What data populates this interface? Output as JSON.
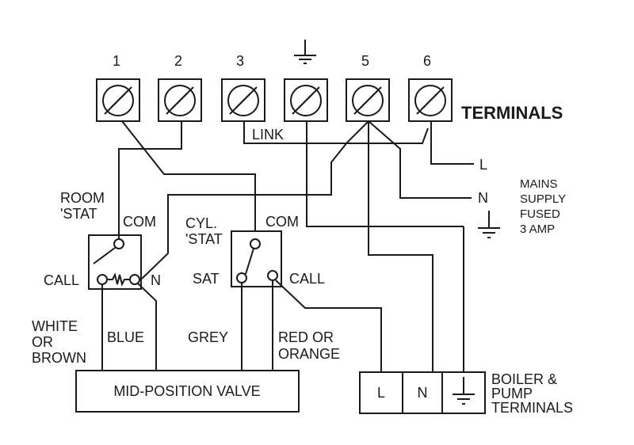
{
  "title": "Y-plan mid-position valve wiring diagram",
  "terminals": {
    "heading": "TERMINALS",
    "labels": [
      "1",
      "2",
      "3",
      "earth",
      "5",
      "6"
    ],
    "link_label": "LINK"
  },
  "mains": {
    "live": "L",
    "neutral": "N",
    "caption": [
      "MAINS",
      "SUPPLY",
      "FUSED",
      "3 AMP"
    ]
  },
  "room_stat": {
    "title": [
      "ROOM",
      "'STAT"
    ],
    "com": "COM",
    "call": "CALL",
    "neutral": "N"
  },
  "cyl_stat": {
    "title": [
      "CYL.",
      "'STAT"
    ],
    "com": "COM",
    "sat": "SAT",
    "call": "CALL"
  },
  "wires": {
    "white_or_brown": [
      "WHITE",
      "OR",
      "BROWN"
    ],
    "blue": "BLUE",
    "grey": "GREY",
    "red_or_orange": [
      "RED OR",
      "ORANGE"
    ]
  },
  "valve": {
    "label": "MID-POSITION VALVE"
  },
  "boiler": {
    "live": "L",
    "neutral": "N",
    "caption": [
      "BOILER &",
      "PUMP",
      "TERMINALS"
    ]
  }
}
